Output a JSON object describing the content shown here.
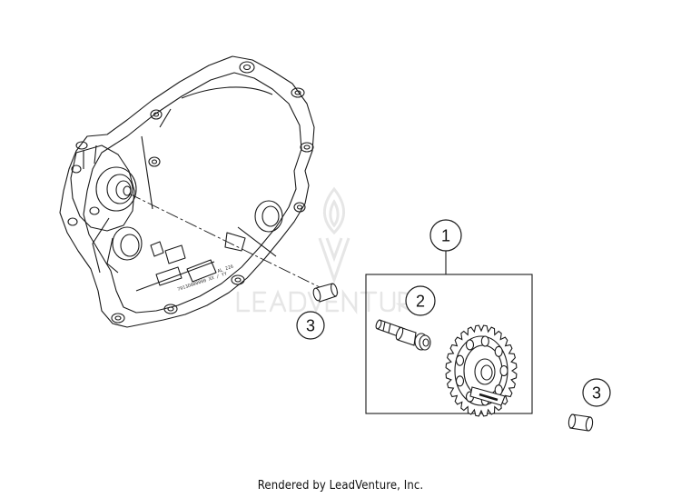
{
  "callouts": {
    "c1": "1",
    "c2": "2",
    "c3a": "3",
    "c3b": "3"
  },
  "casting_marks": {
    "line1": "AL 226",
    "line2": "7913D000000  XX / YY"
  },
  "footer": {
    "rendered_by": "Rendered by LeadVenture, Inc."
  },
  "icons": {
    "watermark": "leadventure-flame-logo-icon"
  },
  "colors": {
    "line": "#1a1a1a",
    "watermark": "#e8e8e8"
  }
}
